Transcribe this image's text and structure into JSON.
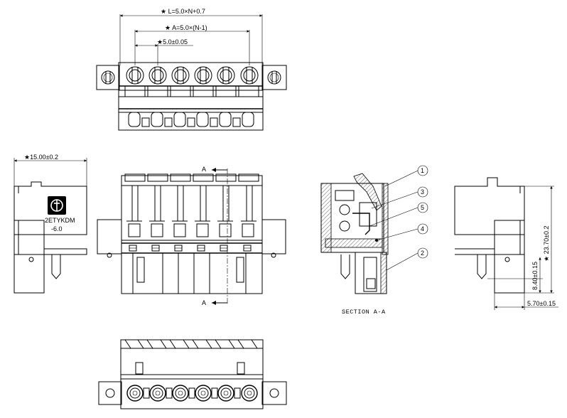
{
  "dimensions": {
    "length": "★ L=5.0×N+0.7",
    "pitch_span": "★ A=5.0×(N-1)",
    "pitch": "★5.0±0.05",
    "depth": "★15.00±0.2",
    "height": "★ 23.70±0.2",
    "pin_offset": "8.40±0.15",
    "pin_gap": "5.70±0.15"
  },
  "labels": {
    "section_mark_top": "A",
    "section_mark_bottom": "A",
    "section_title": "SECTION A-A",
    "part_code_line1": "2ETYKDM",
    "part_code_line2": "-6.0"
  },
  "callouts": [
    "1",
    "3",
    "5",
    "4",
    "2"
  ],
  "pole_count": 6
}
